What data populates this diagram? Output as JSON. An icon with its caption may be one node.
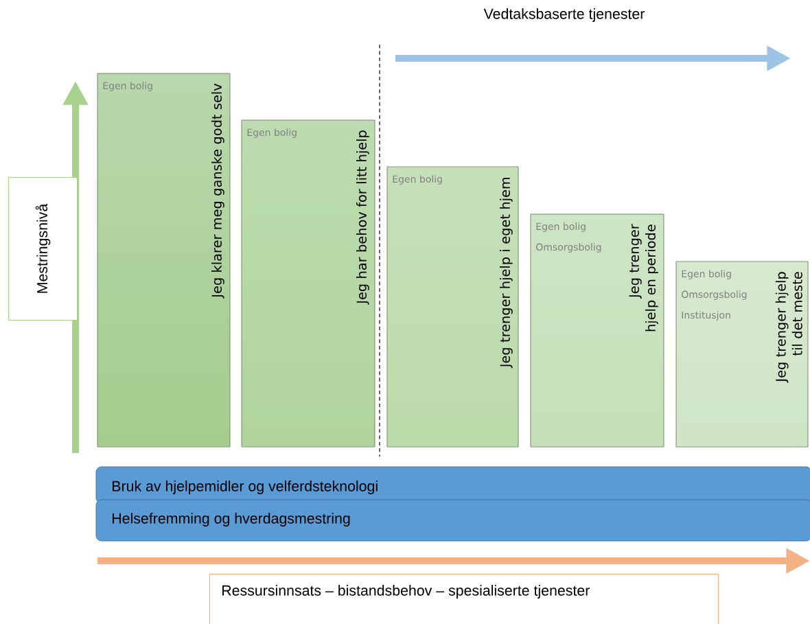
{
  "diagram": {
    "nodes": [
      {
        "text": [
          "Mestringsnivå"
        ]
      },
      {
        "text": [
          "Egen bolig",
          "Jeg klarer meg ganske godt selv"
        ]
      },
      {
        "text": [
          "Egen bolig",
          "Jeg har behov for litt hjelp"
        ]
      },
      {
        "text": [
          "Egen bolig",
          "Jeg trenger hjelp i eget hjem"
        ]
      },
      {
        "text": [
          "Egen bolig",
          "Omsorgsbolig",
          "Jeg trenger hjelp en periode"
        ]
      },
      {
        "text": [
          "Egen bolig",
          "Omsorgsbolig",
          "Institusjon",
          "Jeg trenger hjelp til det meste"
        ]
      },
      {
        "text": [
          "Bruk av hjelpemidler og velferdsteknologi"
        ]
      },
      {
        "text": [
          "Helsefremming og hverdagsmestring"
        ]
      },
      {
        "text": [
          "Ressursinnsats – bistandsbehov – spesialiserte tjenester"
        ]
      }
    ],
    "labels": [
      "Vedtaksbaserte tjenester"
    ]
  }
}
